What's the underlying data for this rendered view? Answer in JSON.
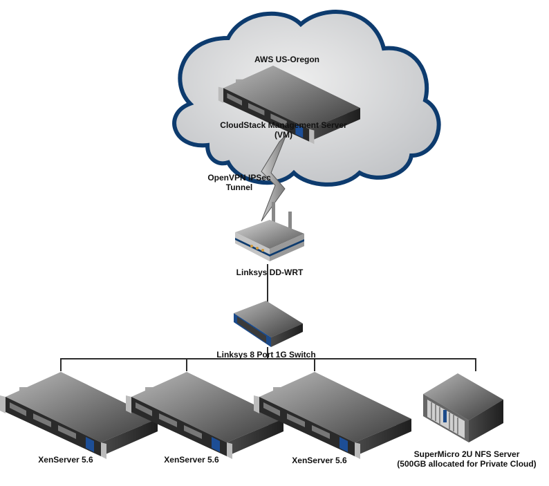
{
  "diagram": {
    "cloud": {
      "label": "AWS US-Oregon",
      "border_color": "#0d3b6e",
      "fill_color": "#d4d6d9"
    },
    "nodes": {
      "mgmt_server": {
        "line1": "CloudStack Management Server",
        "line2": "(VM)",
        "icon": "rack-server-1u-icon"
      },
      "tunnel": {
        "line1": "OpenVPN IPSec",
        "line2": "Tunnel",
        "icon": "lightning-link-icon"
      },
      "router": {
        "label": "Linksys DD-WRT",
        "icon": "wireless-router-icon"
      },
      "switch": {
        "label": "Linksys 8 Port 1G Switch",
        "icon": "network-switch-icon"
      },
      "xen1": {
        "label": "XenServer 5.6",
        "icon": "rack-server-1u-icon"
      },
      "xen2": {
        "label": "XenServer 5.6",
        "icon": "rack-server-1u-icon"
      },
      "xen3": {
        "label": "XenServer 5.6",
        "icon": "rack-server-1u-icon"
      },
      "nfs": {
        "line1": "SuperMicro 2U NFS Server",
        "line2": "(500GB allocated for Private Cloud)",
        "icon": "storage-server-icon"
      }
    },
    "accent_color": "#1b4a8a",
    "link_color": "#2b2b2b"
  }
}
